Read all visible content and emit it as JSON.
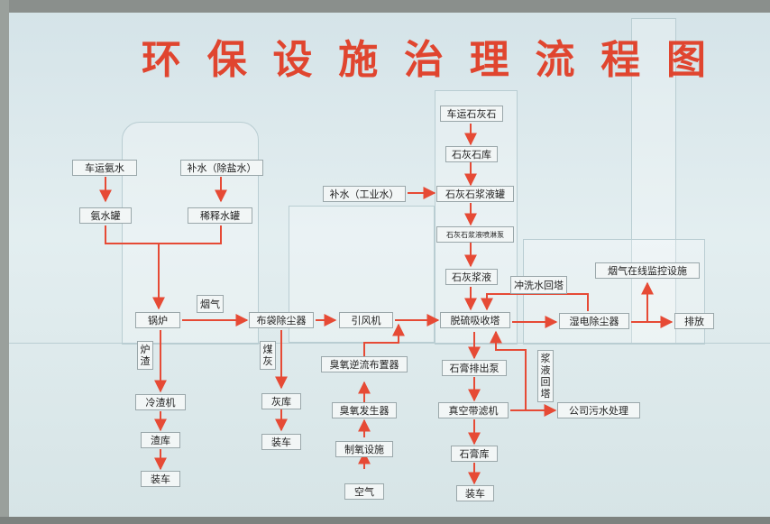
{
  "title": [
    "环",
    "保",
    "设",
    "施",
    "治",
    "理",
    "流",
    "程",
    "图"
  ],
  "nodes": {
    "n1": "车运氨水",
    "n2": "补水（除盐水）",
    "n3": "氨水罐",
    "n4": "稀释水罐",
    "n5": "锅炉",
    "n6": "布袋除尘器",
    "n7": "引风机",
    "n8": "冷渣机",
    "n9": "渣库",
    "n10": "装车",
    "n11": "灰库",
    "n12": "装车",
    "n13": "臭氧逆流布置器",
    "n14": "臭氧发生器",
    "n15": "制氧设施",
    "n16": "空气",
    "n17": "车运石灰石",
    "n18": "石灰石库",
    "n19": "补水（工业水）",
    "n20": "石灰石浆液罐",
    "n21": "石灰石浆液喷淋泵",
    "n22": "石灰浆液",
    "n23": "脱硫吸收塔",
    "n24": "石膏排出泵",
    "n25": "真空带滤机",
    "n26": "石膏库",
    "n27": "装车",
    "n28": "湿电除尘器",
    "n29": "排放",
    "n30": "烟气在线监控设施",
    "n31": "公司污水处理"
  },
  "labels": {
    "yanqi": "烟气",
    "luzha": "炉渣",
    "meihui": "煤灰",
    "chongxi": "冲洗水回塔",
    "jiangye": "浆液回塔"
  },
  "colors": {
    "arrow": "#e64a35",
    "title": "#e0452f",
    "box_fill": "#f2f6f6",
    "box_border": "#9aa7aa"
  }
}
